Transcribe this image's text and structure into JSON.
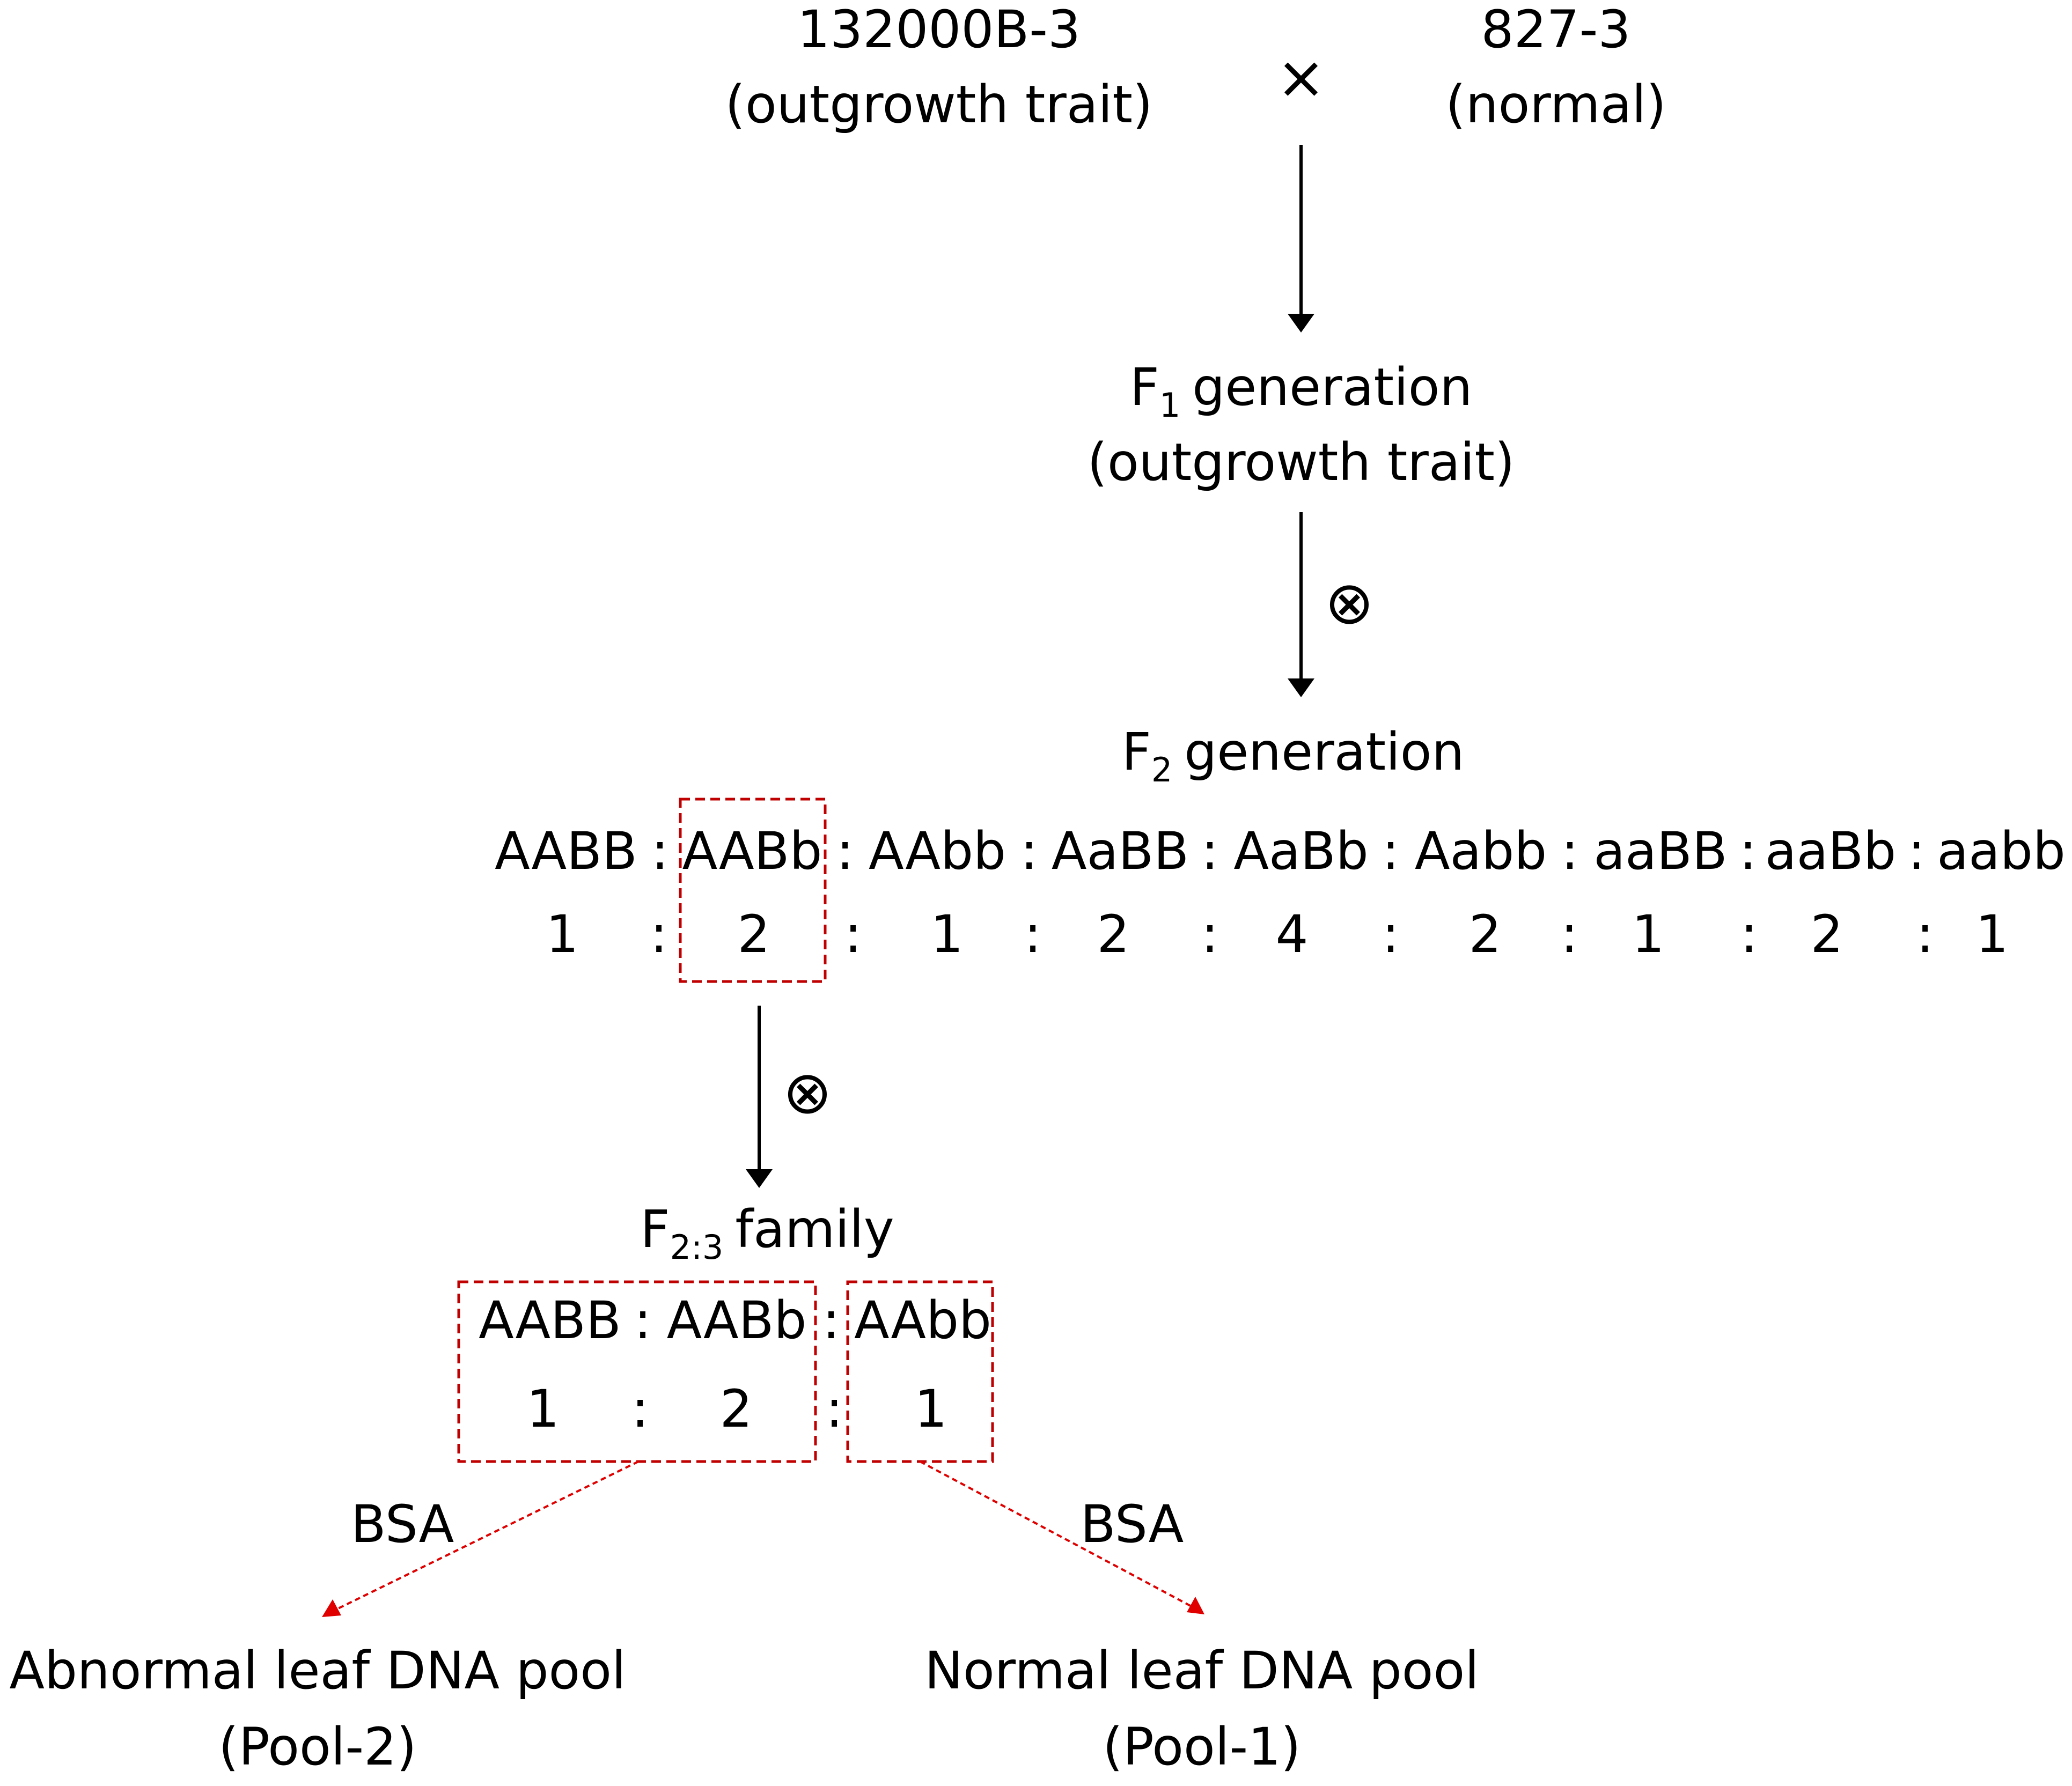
{
  "parents": {
    "female": {
      "name": "132000B-3",
      "trait": "(outgrowth trait)"
    },
    "cross_symbol": "×",
    "male": {
      "name": "827-3",
      "trait": "(normal)"
    }
  },
  "f1": {
    "base": "F",
    "subscript": "1",
    "label": "generation",
    "trait": "(outgrowth trait)"
  },
  "selfing_symbol": "⊗",
  "f2": {
    "base": "F",
    "subscript": "2",
    "label": "generation",
    "genotypes": [
      "AABB",
      "AABb",
      "AAbb",
      "AaBB",
      "AaBb",
      "Aabb",
      "aaBB",
      "aaBb",
      "aabb"
    ],
    "ratios": [
      "1",
      "2",
      "1",
      "2",
      "4",
      "2",
      "1",
      "2",
      "1"
    ],
    "separator": ":"
  },
  "f23": {
    "base": "F",
    "subscript": "2:3",
    "label": "family",
    "genotypes": [
      "AABB",
      "AABb",
      "AAbb"
    ],
    "ratios": [
      "1",
      "2",
      "1"
    ],
    "separator": ":"
  },
  "pools": {
    "left": {
      "method": "BSA",
      "name": "Abnormal leaf DNA pool",
      "id": "(Pool-2)"
    },
    "right": {
      "method": "BSA",
      "name": "Normal leaf DNA pool",
      "id": "(Pool-1)"
    }
  },
  "colors": {
    "text": "#000000",
    "highlight": "#c00000",
    "arrow_red": "#e00000"
  }
}
